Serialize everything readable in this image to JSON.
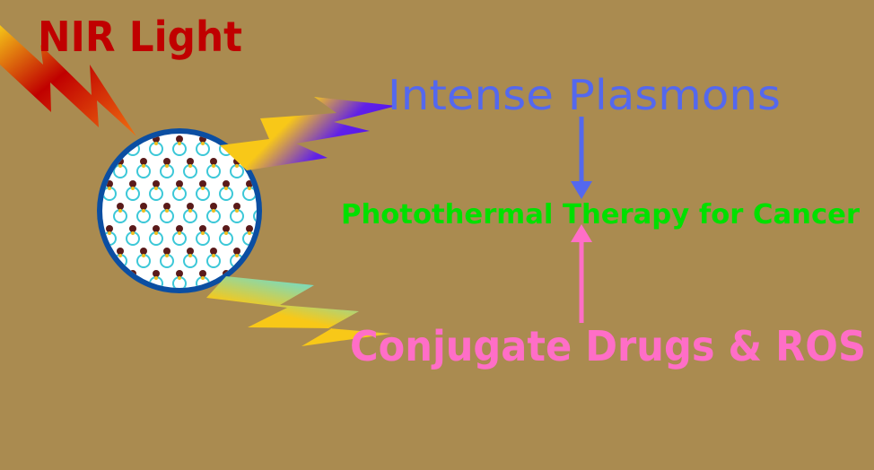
{
  "labels": {
    "nir_light": "NIR Light",
    "intense_plasmons": "Intense Plasmons",
    "photothermal": "Photothermal Therapy for Cancer",
    "conjugate": "Conjugate Drugs & ROS"
  },
  "colors": {
    "background": "#aa8b50",
    "nir": "#c00000",
    "plasmons": "#5468ee",
    "photothermal": "#00e000",
    "conjugate": "#ff6ec7",
    "nanoparticle_border": "#0b4ea2"
  }
}
